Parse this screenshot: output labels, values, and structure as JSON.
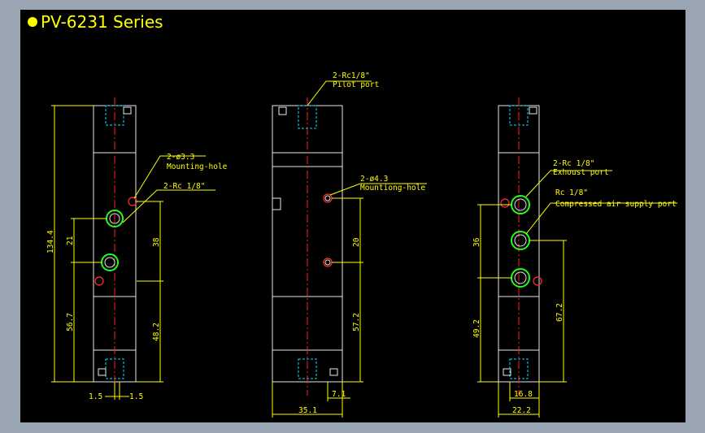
{
  "title": "PV-6231 Series",
  "colors": {
    "background": "#000000",
    "dimension": "#ffff00",
    "centerline": "#ff2020",
    "port_ring": "#20ff20",
    "hidden": "#00e0ff",
    "outline": "#e8e8e8"
  },
  "views": {
    "left": {
      "callout_mount": {
        "line1": "2-ø3.3",
        "line2": "Mounting-hole"
      },
      "callout_port": {
        "line1": "2-Rc 1/8\""
      },
      "dims": {
        "overall": "134.4",
        "upper": "21",
        "right_upper": "38",
        "lower": "56.7",
        "right_lower": "48.2",
        "offset_left": "1.5",
        "offset_right": "1.5"
      }
    },
    "middle": {
      "callout_pilot": {
        "line1": "2-Rc1/8\"",
        "line2": "Pilot port"
      },
      "callout_mount": {
        "line1": "2-ø4.3",
        "line2": "Mountiong-hole"
      },
      "dims": {
        "pitch": "20",
        "lower": "57.2",
        "offset": "7.1",
        "width": "35.1"
      }
    },
    "right": {
      "callout_exhaust": {
        "line1": "2-Rc 1/8\"",
        "line2": "Exhoust port"
      },
      "callout_supply": {
        "line1": "Rc 1/8\"",
        "line2": "Compressed air supply port"
      },
      "dims": {
        "upper": "36",
        "lower": "49.2",
        "right": "67.2",
        "inner": "16.8",
        "width": "22.2"
      }
    }
  }
}
